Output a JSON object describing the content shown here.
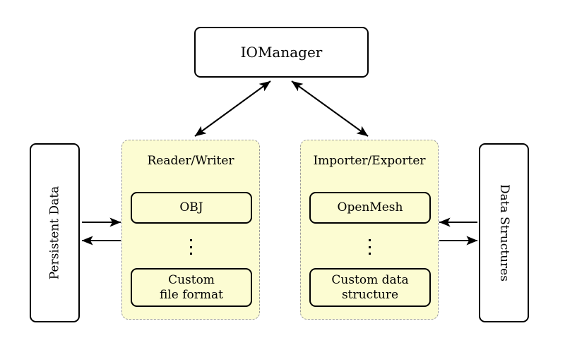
{
  "diagram": {
    "type": "block-architecture",
    "title_node": {
      "label": "IOManager"
    },
    "left_store": {
      "label": "Persistent Data",
      "orientation": "vertical-bottom-to-top"
    },
    "right_store": {
      "label": "Data Structures",
      "orientation": "vertical-top-to-bottom"
    },
    "groups": [
      {
        "id": "reader-writer",
        "title": "Reader/Writer",
        "items": [
          {
            "label": "OBJ"
          },
          {
            "label": "⋮",
            "kind": "ellipsis"
          },
          {
            "label": "Custom\nfile format",
            "line1": "Custom",
            "line2": "file format"
          }
        ]
      },
      {
        "id": "importer-exporter",
        "title": "Importer/Exporter",
        "items": [
          {
            "label": "OpenMesh"
          },
          {
            "label": "⋮",
            "kind": "ellipsis"
          },
          {
            "label": "Custom data\nstructure",
            "line1": "Custom data",
            "line2": "structure"
          }
        ]
      }
    ],
    "connections": [
      {
        "from": "IOManager",
        "to": "Reader/Writer",
        "style": "double-arrow",
        "direction": "bidirectional"
      },
      {
        "from": "IOManager",
        "to": "Importer/Exporter",
        "style": "double-arrow",
        "direction": "bidirectional"
      },
      {
        "from": "Persistent Data",
        "to": "Reader/Writer",
        "style": "arrow",
        "direction": "right"
      },
      {
        "from": "Reader/Writer",
        "to": "Persistent Data",
        "style": "arrow",
        "direction": "left"
      },
      {
        "from": "Importer/Exporter",
        "to": "Data Structures",
        "style": "arrow",
        "direction": "left"
      },
      {
        "from": "Data Structures",
        "to": "Importer/Exporter",
        "style": "arrow",
        "direction": "right"
      }
    ],
    "colors": {
      "group_fill": "#fcfcd2",
      "group_border": "#9b9b9b",
      "node_stroke": "#000000",
      "background": "#ffffff"
    }
  }
}
